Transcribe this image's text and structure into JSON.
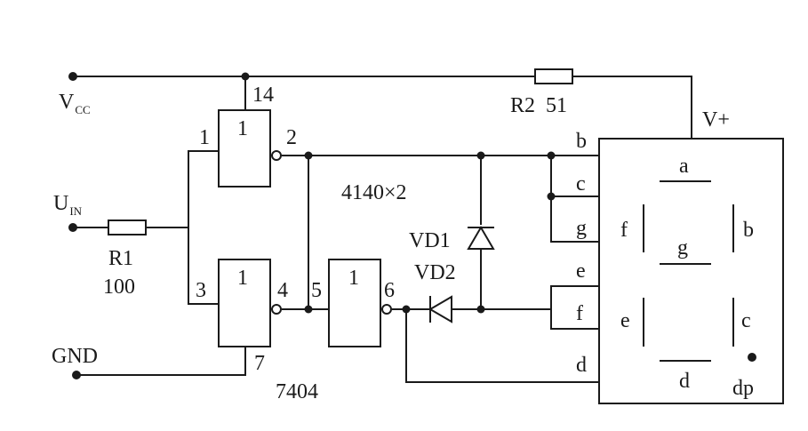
{
  "labels": {
    "vcc_main": "V",
    "vcc_sub": "CC",
    "uin_main": "U",
    "uin_sub": "IN",
    "gnd": "GND",
    "r1_name": "R1",
    "r1_value": "100",
    "r2": "R2  51",
    "vplus": "V+",
    "chip": "7404",
    "diodes": "4140×2",
    "vd1": "VD1",
    "vd2": "VD2",
    "gate_symbol": "1"
  },
  "pins": {
    "p1": "1",
    "p2": "2",
    "p3": "3",
    "p4": "4",
    "p5": "5",
    "p6": "6",
    "p7": "7",
    "p14": "14"
  },
  "display": {
    "pins": {
      "b": "b",
      "c": "c",
      "g": "g",
      "e": "e",
      "f": "f",
      "d": "d"
    },
    "segments": {
      "a": "a",
      "b": "b",
      "c": "c",
      "d": "d",
      "e": "e",
      "f": "f",
      "g": "g",
      "dp": "dp"
    }
  }
}
